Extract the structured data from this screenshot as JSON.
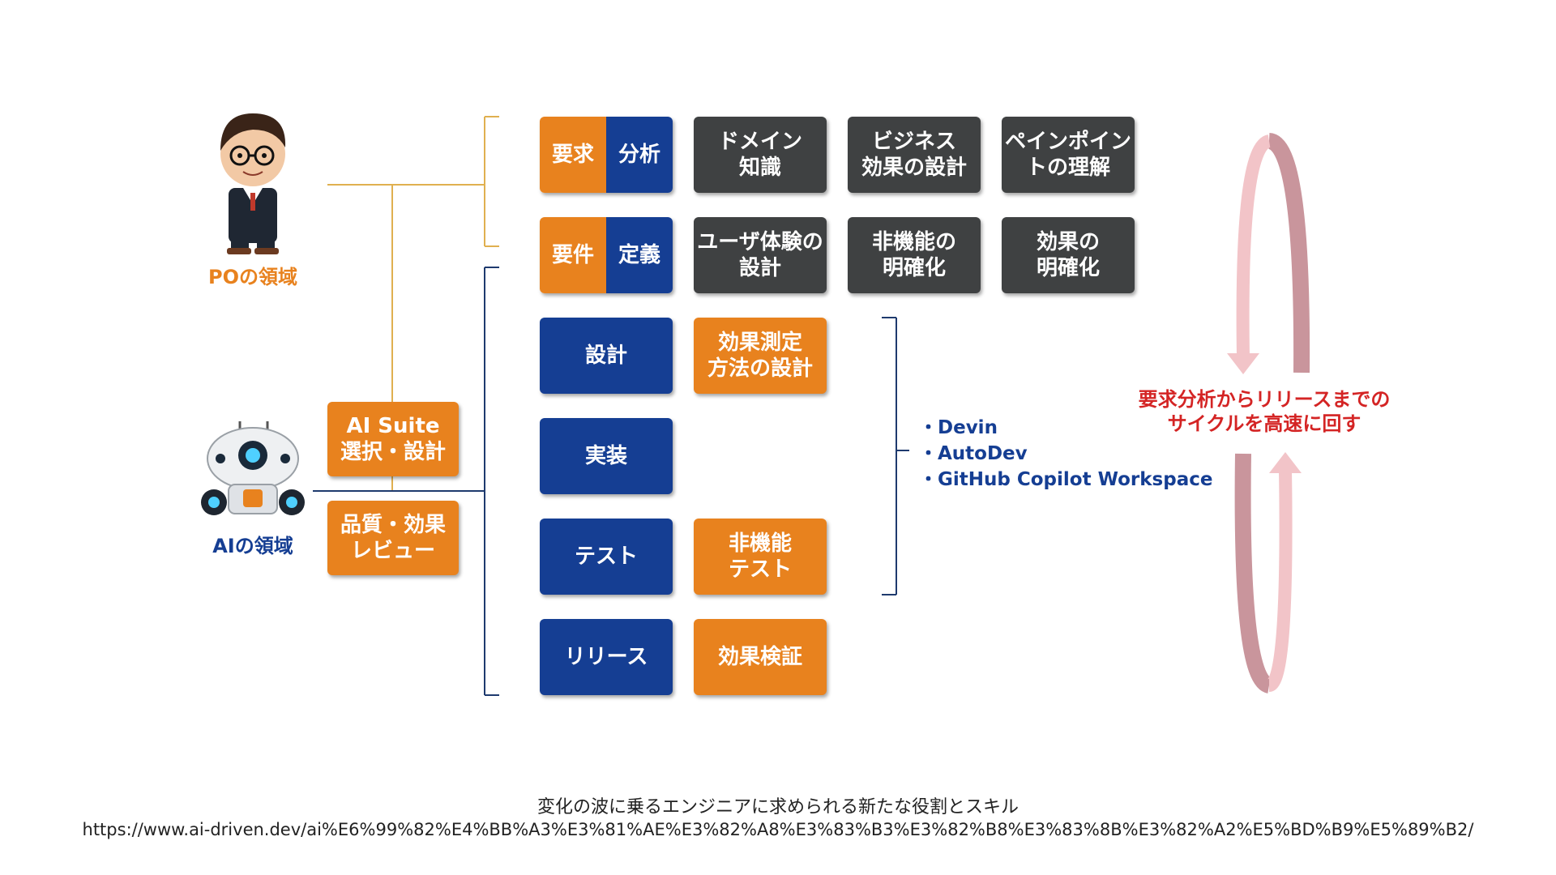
{
  "po": {
    "label": "POの領域",
    "color": "#e8821e"
  },
  "ai": {
    "label": "AIの領域",
    "color": "#153e93"
  },
  "steps": {
    "requirements_analysis": {
      "left": "要求",
      "right": "分析"
    },
    "requirements_definition": {
      "left": "要件",
      "right": "定義"
    },
    "design": "設計",
    "implementation": "実装",
    "test": "テスト",
    "release": "リリース"
  },
  "po_tasks": {
    "domain_knowledge": "ドメイン\n知識",
    "business_effect_design": "ビジネス\n効果の設計",
    "pain_point": "ペインポイン\nトの理解",
    "ux_design": "ユーザ体験の\n設計",
    "nonfunctional_clarify": "非機能の\n明確化",
    "effect_clarify": "効果の\n明確化"
  },
  "ai_tasks": {
    "measurement_design": "効果測定\n方法の設計",
    "nonfunctional_test": "非機能\nテスト",
    "effect_verification": "効果検証"
  },
  "ai_suite": {
    "selection": "AI Suite\n選択・設計",
    "quality_review": "品質・効果\nレビュー"
  },
  "tools": [
    "・Devin",
    "・AutoDev",
    "・GitHub Copilot Workspace"
  ],
  "cycle_text": "要求分析からリリースまでの\nサイクルを高速に回す",
  "caption": {
    "title": "変化の波に乗るエンジニアに求められる新たな役割とスキル",
    "url": "https://www.ai-driven.dev/ai%E6%99%82%E4%BB%A3%E3%81%AE%E3%82%A8%E3%83%B3%E3%82%B8%E3%83%8B%E3%82%A2%E5%BD%B9%E5%89%B2/"
  },
  "colors": {
    "orange": "#e8821e",
    "blue": "#153e93",
    "dark": "#3f4142",
    "red": "#d42424",
    "pink": "#f2c4c8"
  }
}
